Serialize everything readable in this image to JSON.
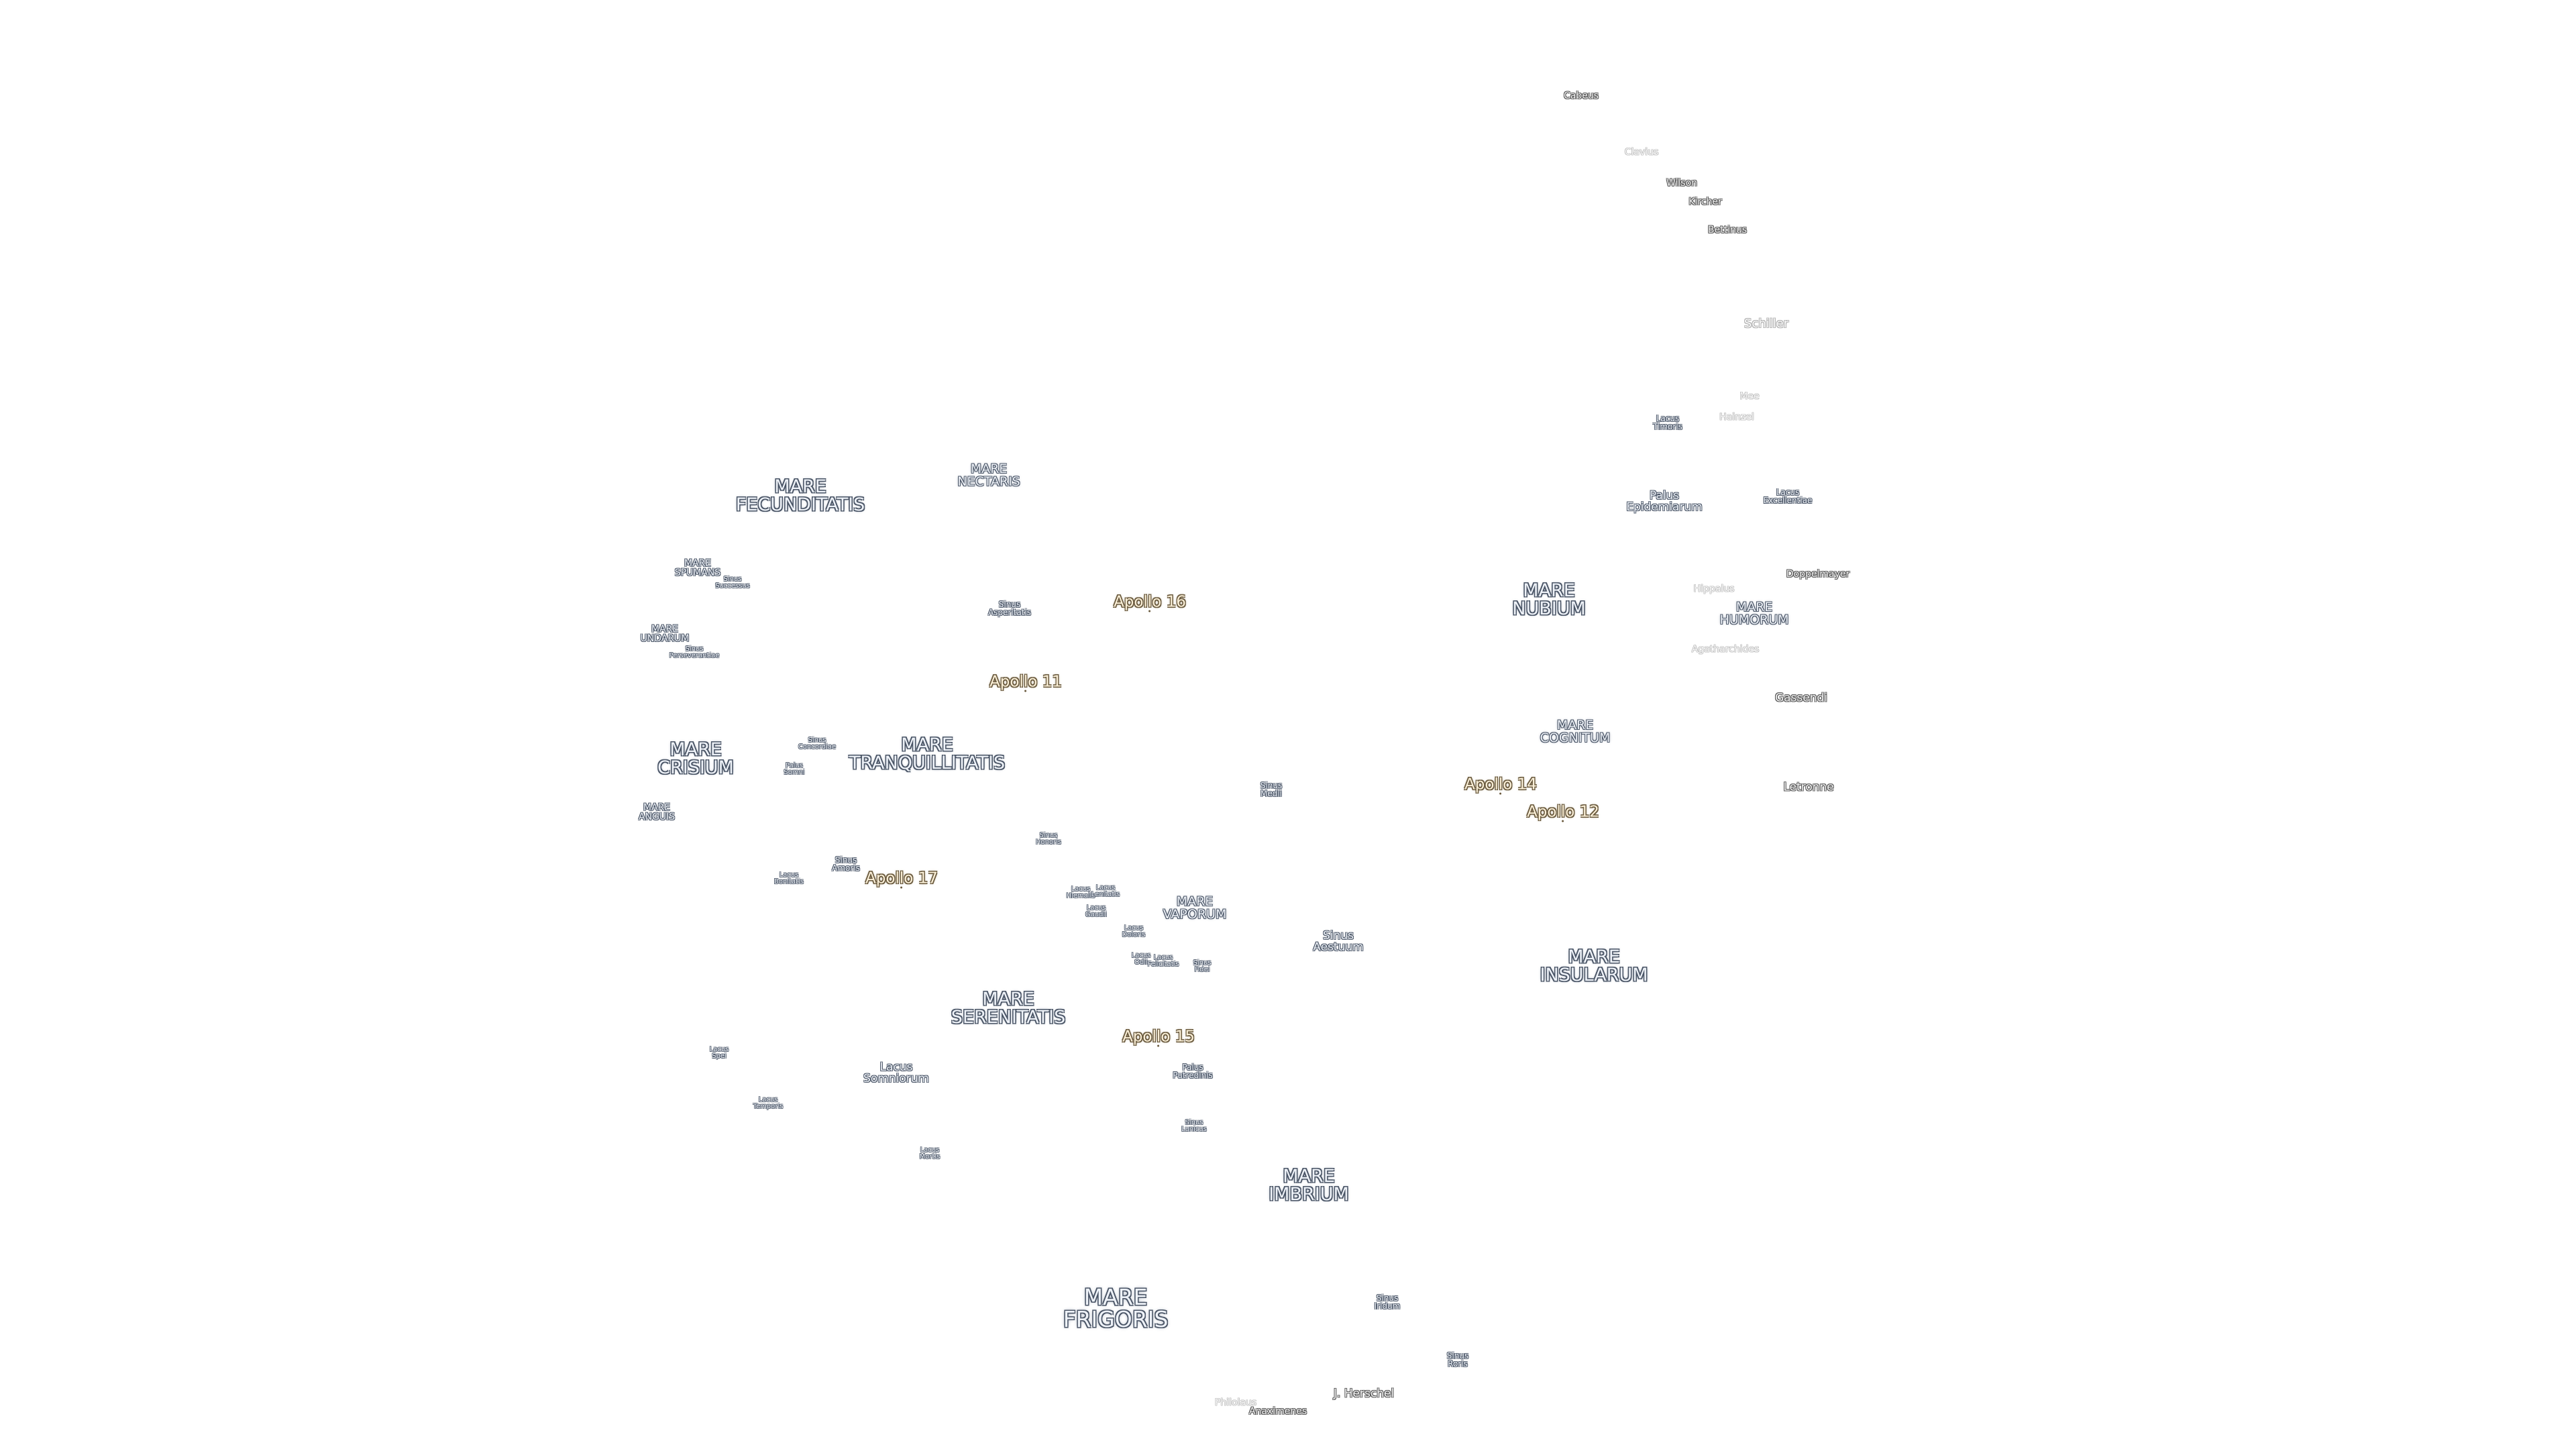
{
  "map": {
    "features": [
      {
        "type": "crater",
        "size": "s",
        "name": "Cabeus"
      },
      {
        "type": "faint",
        "size": "s",
        "name": "Clavius"
      },
      {
        "type": "crater",
        "size": "s",
        "name": "Wilson"
      },
      {
        "type": "crater",
        "size": "s",
        "name": "Kircher"
      },
      {
        "type": "crater",
        "size": "s",
        "name": "Bettinus"
      },
      {
        "type": "faint",
        "size": "l",
        "name": "Schiller"
      },
      {
        "type": "faint",
        "size": "s",
        "name": "Mee"
      },
      {
        "type": "faint",
        "size": "s",
        "name": "Hainzel"
      },
      {
        "type": "sinus",
        "size": "s",
        "name": "Lacus\nTimoris"
      },
      {
        "type": "sinus",
        "size": "m",
        "name": "Palus\nEpidemiarum"
      },
      {
        "type": "sinus",
        "size": "s",
        "name": "Lacus\nExcellentiae"
      },
      {
        "type": "crater",
        "size": "s",
        "name": "Doppelmayer"
      },
      {
        "type": "faint",
        "size": "s",
        "name": "Hippalus"
      },
      {
        "type": "mare",
        "size": "s",
        "name": "MARE\nHUMORUM"
      },
      {
        "type": "faint",
        "size": "s",
        "name": "Agatharchides"
      },
      {
        "type": "crater",
        "size": "m",
        "name": "Gassendi"
      },
      {
        "type": "crater",
        "size": "m",
        "name": "Letronne"
      },
      {
        "type": "mare",
        "size": "m",
        "name": "MARE\nNUBIUM"
      },
      {
        "type": "mare",
        "size": "s",
        "name": "MARE\nCOGNITUM"
      },
      {
        "type": "apollo",
        "size": "m",
        "name": "Apollo 14"
      },
      {
        "type": "apollo",
        "size": "m",
        "name": "Apollo 12"
      },
      {
        "type": "mare",
        "size": "m",
        "name": "MARE\nINSULARUM"
      },
      {
        "type": "mare",
        "size": "m",
        "name": "MARE\nFECUNDITATIS"
      },
      {
        "type": "mare",
        "size": "s",
        "name": "MARE\nNECTARIS"
      },
      {
        "type": "mare",
        "size": "xs",
        "name": "MARE\nSPUMANS"
      },
      {
        "type": "sinus",
        "size": "xs",
        "name": "Sinus\nSuccessus"
      },
      {
        "type": "mare",
        "size": "xs",
        "name": "MARE\nUNDARUM"
      },
      {
        "type": "sinus",
        "size": "xs",
        "name": "Sinus\nPerseverantiae"
      },
      {
        "type": "sinus",
        "size": "s",
        "name": "Sinus\nAsperitatis"
      },
      {
        "type": "apollo",
        "size": "m",
        "name": "Apollo 16"
      },
      {
        "type": "apollo",
        "size": "m",
        "name": "Apollo 11"
      },
      {
        "type": "mare",
        "size": "m",
        "name": "MARE\nCRISIUM"
      },
      {
        "type": "sinus",
        "size": "xs",
        "name": "Sinus\nConcordiae"
      },
      {
        "type": "sinus",
        "size": "xs",
        "name": "Palus\nSomni"
      },
      {
        "type": "mare",
        "size": "m",
        "name": "MARE\nTRANQUILLITATIS"
      },
      {
        "type": "mare",
        "size": "xs",
        "name": "MARE\nANGUIS"
      },
      {
        "type": "sinus",
        "size": "s",
        "name": "Sinus\nMedii"
      },
      {
        "type": "sinus",
        "size": "xs",
        "name": "Sinus\nHonoris"
      },
      {
        "type": "sinus",
        "size": "s",
        "name": "Sinus\nAmoris"
      },
      {
        "type": "sinus",
        "size": "xs",
        "name": "Lacus\nBonitatis"
      },
      {
        "type": "apollo",
        "size": "m",
        "name": "Apollo 17"
      },
      {
        "type": "sinus",
        "size": "xs",
        "name": "Lacus\nHiemalis"
      },
      {
        "type": "sinus",
        "size": "xs",
        "name": "Lacus\nLenitatis"
      },
      {
        "type": "sinus",
        "size": "xs",
        "name": "Lacus\nGaudii"
      },
      {
        "type": "mare",
        "size": "s",
        "name": "MARE\nVAPORUM"
      },
      {
        "type": "sinus",
        "size": "xs",
        "name": "Lacus\nDoloris"
      },
      {
        "type": "sinus",
        "size": "xs",
        "name": "Lacus\nOdii"
      },
      {
        "type": "sinus",
        "size": "xs",
        "name": "Lacus\nFelicitatis"
      },
      {
        "type": "sinus",
        "size": "xs",
        "name": "Sinus\nFidei"
      },
      {
        "type": "sinus",
        "size": "m",
        "name": "Sinus\nAestuum"
      },
      {
        "type": "mare",
        "size": "m",
        "name": "MARE\nSERENITATIS"
      },
      {
        "type": "apollo",
        "size": "m",
        "name": "Apollo 15"
      },
      {
        "type": "sinus",
        "size": "xs",
        "name": "Lacus\nSpei"
      },
      {
        "type": "sinus",
        "size": "m",
        "name": "Lacus\nSomniorum"
      },
      {
        "type": "sinus",
        "size": "s",
        "name": "Palus\nPutredinis"
      },
      {
        "type": "sinus",
        "size": "xs",
        "name": "Lacus\nTemporis"
      },
      {
        "type": "sinus",
        "size": "xs",
        "name": "Sinus\nLunicus"
      },
      {
        "type": "sinus",
        "size": "xs",
        "name": "Lacus\nMortis"
      },
      {
        "type": "mare",
        "size": "l",
        "name": "MARE\nIMBRIUM"
      },
      {
        "type": "mare",
        "size": "xl",
        "name": "MARE\nFRIGORIS"
      },
      {
        "type": "sinus",
        "size": "s",
        "name": "Sinus\nIridum"
      },
      {
        "type": "sinus",
        "size": "s",
        "name": "Sinus\nRoris"
      },
      {
        "type": "crater",
        "size": "m",
        "name": "J. Herschel"
      },
      {
        "type": "faint",
        "size": "s",
        "name": "Philolaus"
      },
      {
        "type": "crater",
        "size": "s",
        "name": "Anaximenes"
      }
    ]
  }
}
